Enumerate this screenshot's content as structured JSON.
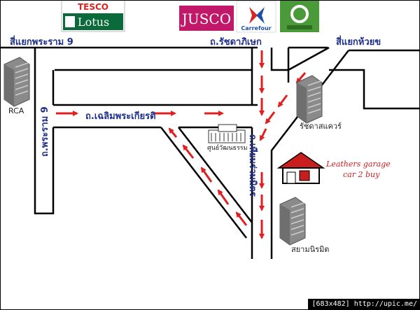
{
  "brands": {
    "tesco_top": "TESCO",
    "tesco_bottom": "Lotus",
    "jusco": "JUSCO",
    "carrefour": "Carrefour"
  },
  "roads": {
    "rama9_intersection": "สี่แยกพระราม 9",
    "ratchadaphisek": "ถ.รัชดาภิเษก",
    "huai_khwang_intersection": "สี่แยกห้วยข",
    "chaloem_phrakiat": "ถ.เฉลิมพระเกียรติ",
    "rama9_road": "ถ.พระราม 9",
    "thiam_ruammit": "ถ.เทียมร่วมมิตร"
  },
  "places": {
    "rca": "RCA",
    "ratchada_square": "รัชดาสแควร์",
    "cultural_center": "ศูนย์วัฒนธรรม",
    "siam_niramit": "สยามนิรมิต"
  },
  "garage": {
    "line1": "Leathers garage",
    "line2": "car 2 buy"
  },
  "footer": {
    "text": "[683x482] http://upic.me/"
  },
  "colors": {
    "road_outline": "#000000",
    "arrow_red": "#e02020",
    "label_blue": "#1f2f8a",
    "garage_red": "#cc1f1f",
    "house_red": "#c81e1e",
    "building_gray": "#8a8a8a"
  }
}
